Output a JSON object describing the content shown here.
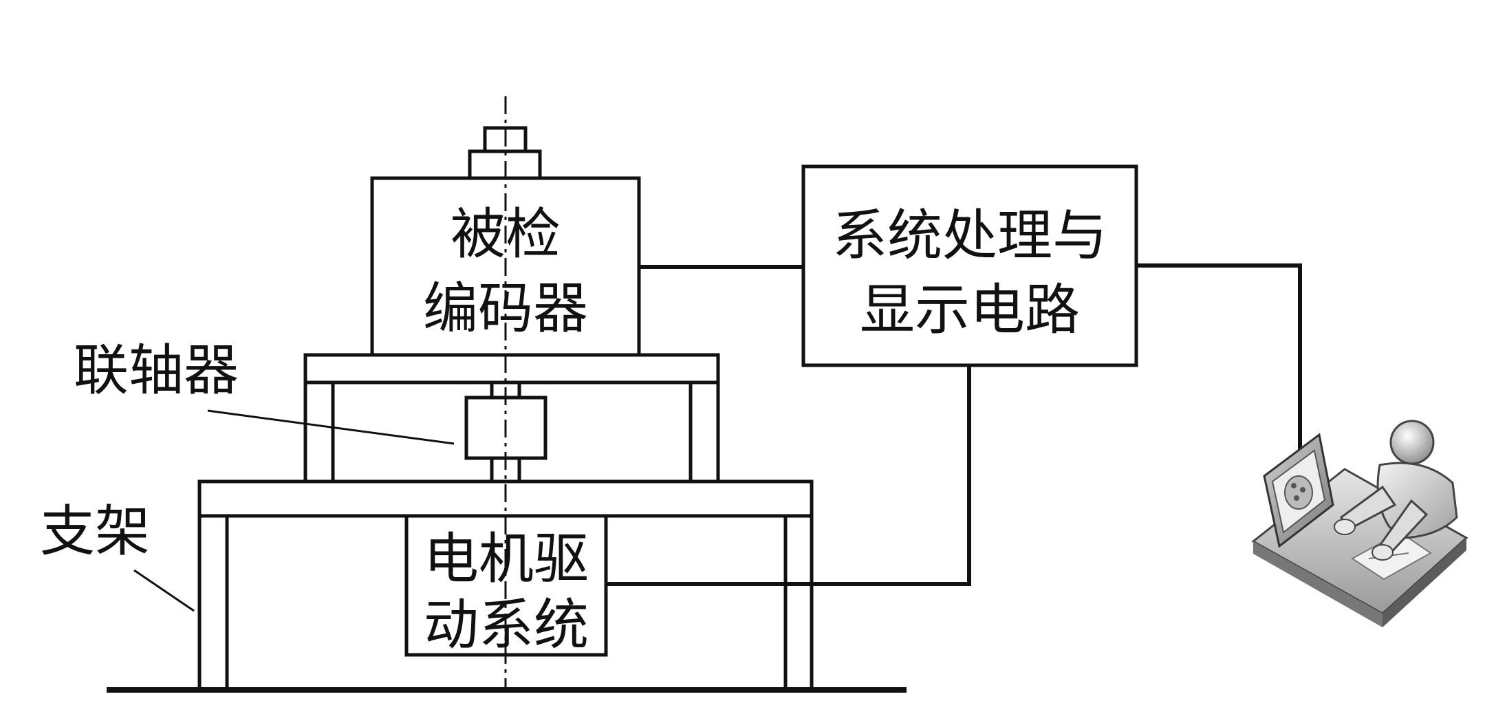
{
  "diagram": {
    "encoder_box": {
      "line1": "被检",
      "line2": "编码器"
    },
    "processor_box": {
      "line1": "系统处理与",
      "line2": "显示电路"
    },
    "motor_box": {
      "line1": "电机驱",
      "line2": "动系统"
    },
    "coupling_label": "联轴器",
    "frame_label": "支架",
    "operator_icon": "operator-at-computer-icon",
    "colors": {
      "line": "#111111",
      "background": "#ffffff"
    }
  }
}
